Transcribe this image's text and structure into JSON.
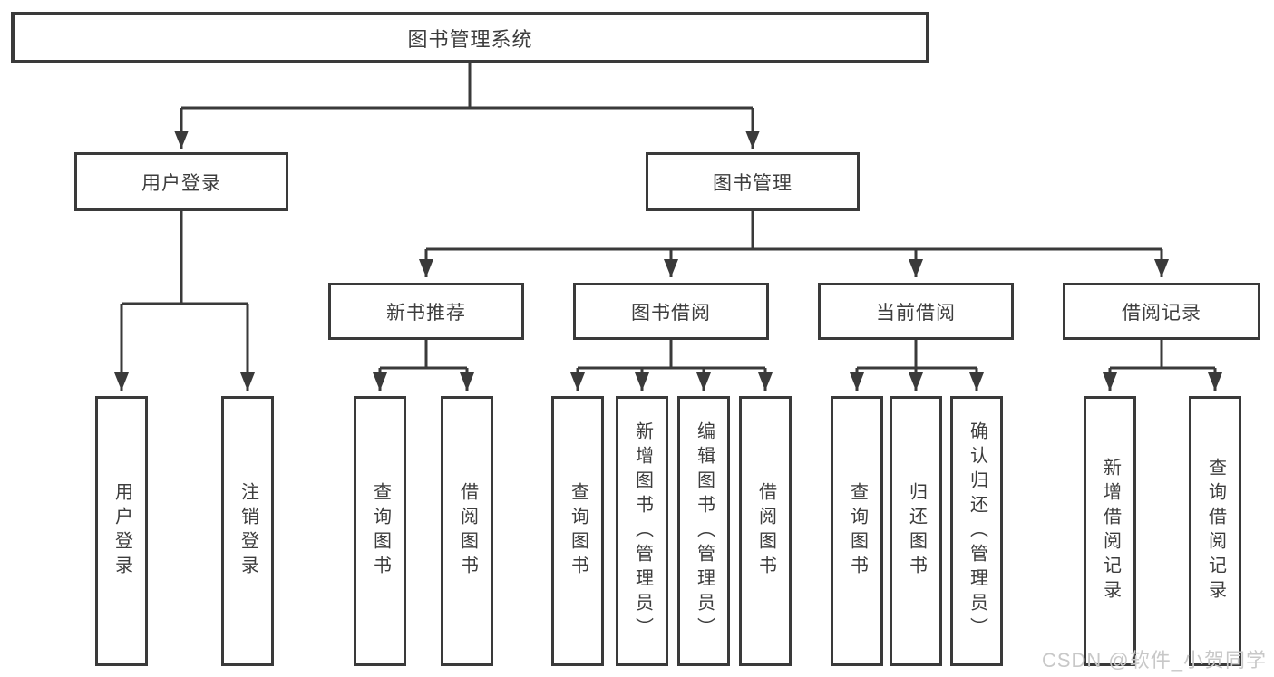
{
  "title": {
    "label": "图书管理系统"
  },
  "level2": {
    "user_login": "用户登录",
    "book_mgmt": "图书管理"
  },
  "level3": {
    "new_book": "新书推荐",
    "borrow": "图书借阅",
    "current": "当前借阅",
    "record": "借阅记录"
  },
  "leaves": {
    "user_login": "用户登录",
    "logout": "注销登录",
    "nb_query": "查询图书",
    "nb_borrow": "借阅图书",
    "bw_query": "查询图书",
    "bw_add": "新增图书（管理员）",
    "bw_edit": "编辑图书（管理员）",
    "bw_borrow": "借阅图书",
    "cb_query": "查询图书",
    "cb_return": "归还图书",
    "cb_confirm": "确认归还（管理员）",
    "br_add": "新增借阅记录",
    "br_query": "查询借阅记录"
  },
  "watermark": "CSDN @软件_小贺同学",
  "colors": {
    "line-color": "#3a3a3a",
    "text-color": "#3d3d3d",
    "watermark-color": "#c8c8c8",
    "bg-color": "#ffffff"
  }
}
